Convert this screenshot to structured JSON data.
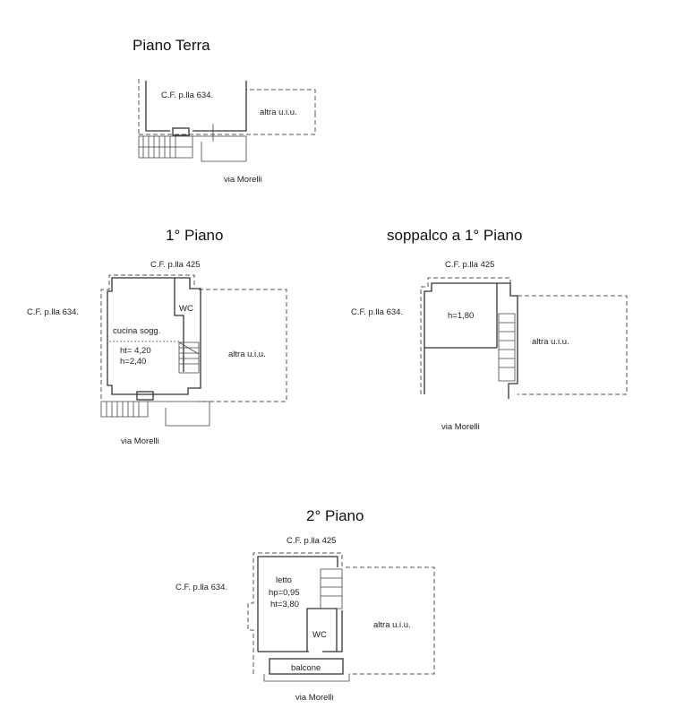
{
  "plans": [
    {
      "title": "Piano Terra",
      "top_label": "C.F. p.lla 634.",
      "right_label": "altra u.i.u.",
      "street": "via Morelli"
    },
    {
      "title": "1° Piano",
      "top_label": "C.F. p.lla 425",
      "left_label": "C.F. p.lla 634.",
      "room": "cucina sogg.",
      "ht": "ht= 4,20",
      "h": "h=2,40",
      "wc": "WC",
      "right_label": "altra u.i.u.",
      "street": "via Morelli"
    },
    {
      "title": "soppalco a 1° Piano",
      "top_label": "C.F. p.lla 425",
      "left_label": "C.F. p.lla 634.",
      "h": "h=1,80",
      "right_label": "altra u.i.u.",
      "street": "via Morelli"
    },
    {
      "title": "2° Piano",
      "top_label": "C.F. p.lla 425",
      "left_label": "C.F. p.lla 634.",
      "room": "letto",
      "hp": "hp=0,95",
      "ht": "ht=3,80",
      "wc": "WC",
      "balcony": "balcone",
      "right_label": "altra u.i.u.",
      "street": "via Morelli"
    }
  ]
}
